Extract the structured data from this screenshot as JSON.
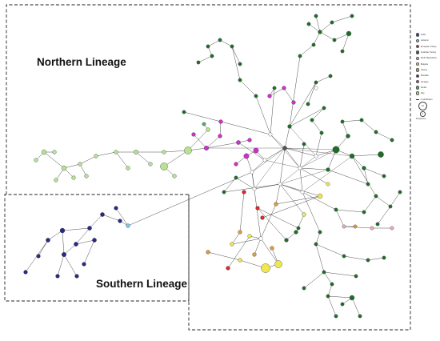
{
  "titles": {
    "northern": "Northern Lineage",
    "southern": "Southern Lineage"
  },
  "legend": {
    "items": [
      {
        "label": "Israel",
        "color": "#3730b5"
      },
      {
        "label": "Lebanon",
        "color": "#7ec7e8"
      },
      {
        "label": "European Turkey",
        "color": "#d9272a"
      },
      {
        "label": "Anatolian Turkey",
        "color": "#1f6e28"
      },
      {
        "label": "North Macedonia",
        "color": "#f3a9b6"
      },
      {
        "label": "Bulgaria",
        "color": "#efe74f"
      },
      {
        "label": "Greece",
        "color": "#e39a3b"
      },
      {
        "label": "Slovakia",
        "color": "#262a86"
      },
      {
        "label": "Hungary",
        "color": "#cf2fcc"
      },
      {
        "label": "Serbia",
        "color": "#49b55a"
      },
      {
        "label": "Italy",
        "color": "#b7e391"
      }
    ],
    "scale": [
      "1 substitution",
      "10",
      "1",
      "Frequency"
    ]
  }
}
